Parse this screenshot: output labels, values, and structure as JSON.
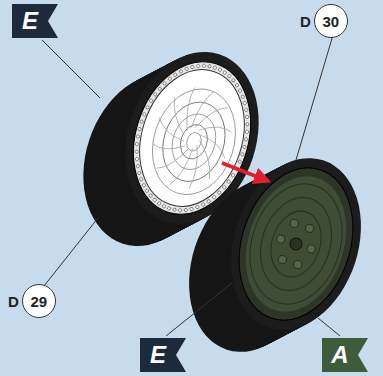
{
  "diagram": {
    "nodes": [
      {
        "text": [
          "E"
        ]
      },
      {
        "text": [
          "D",
          "30"
        ]
      },
      {
        "text": [
          "D",
          "29"
        ]
      },
      {
        "text": [
          "E"
        ]
      },
      {
        "text": [
          "A"
        ]
      }
    ]
  }
}
